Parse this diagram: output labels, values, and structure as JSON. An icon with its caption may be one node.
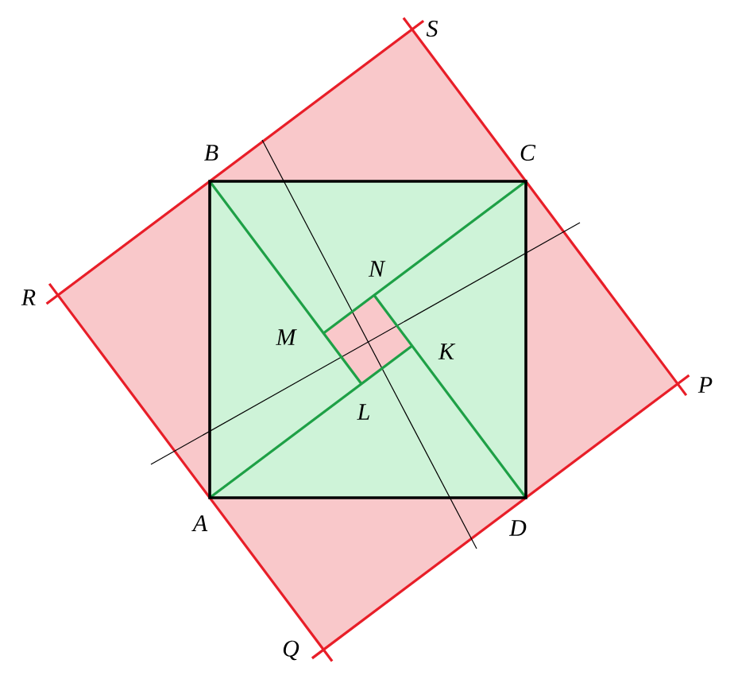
{
  "diagram": {
    "labels": [
      "S",
      "B",
      "C",
      "R",
      "N",
      "M",
      "K",
      "L",
      "P",
      "A",
      "D",
      "Q"
    ]
  }
}
